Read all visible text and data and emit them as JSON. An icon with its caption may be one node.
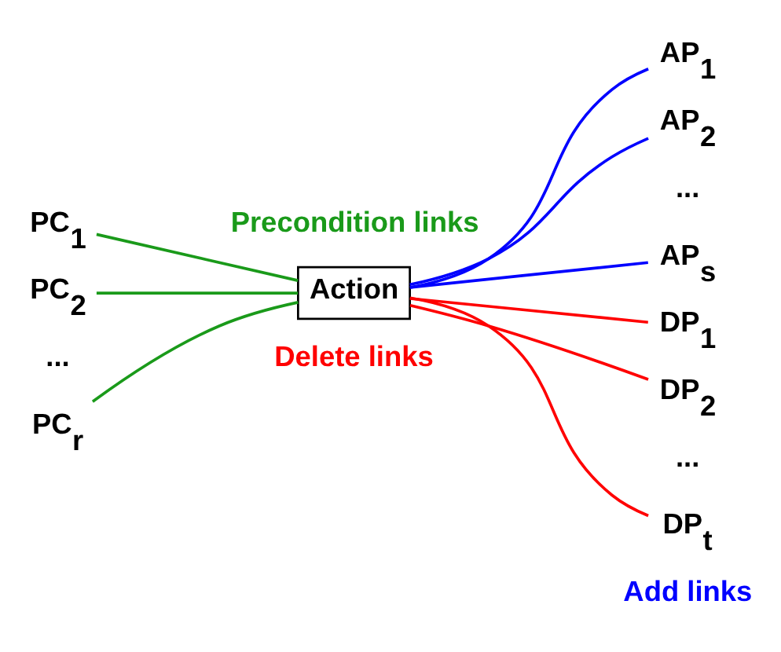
{
  "diagram": {
    "nodes": [
      {
        "text": [
          "PC$_{1}$"
        ]
      },
      {
        "text": [
          "PC$_{2}$"
        ]
      },
      {
        "text": [
          "PC$_{r}$"
        ]
      },
      {
        "text": [
          "Action"
        ]
      },
      {
        "text": [
          "AP$_{1}$"
        ]
      },
      {
        "text": [
          "AP$_{2}$"
        ]
      },
      {
        "text": [
          "AP$_{s}$"
        ]
      },
      {
        "text": [
          "DP$_{1}$"
        ]
      },
      {
        "text": [
          "DP$_{2}$"
        ]
      },
      {
        "text": [
          "DP$_{t}$"
        ]
      }
    ],
    "edges": [
      {
        "from": 0,
        "to": 3,
        "arrow": "none",
        "color": "#1a9a1a"
      },
      {
        "from": 1,
        "to": 3,
        "arrow": "none",
        "color": "#1a9a1a"
      },
      {
        "from": 2,
        "to": 3,
        "arrow": "none",
        "color": "#1a9a1a"
      },
      {
        "from": 3,
        "to": 4,
        "arrow": "none",
        "color": "#0000ff"
      },
      {
        "from": 3,
        "to": 5,
        "arrow": "none",
        "color": "#0000ff"
      },
      {
        "from": 3,
        "to": 6,
        "arrow": "none",
        "color": "#0000ff"
      },
      {
        "from": 3,
        "to": 7,
        "arrow": "none",
        "color": "#ff0000"
      },
      {
        "from": 3,
        "to": 8,
        "arrow": "none",
        "color": "#ff0000"
      },
      {
        "from": 3,
        "to": 9,
        "arrow": "none",
        "color": "#ff0000"
      }
    ],
    "labels": [
      "Add links",
      "...",
      "...",
      "Precondition links",
      "Delete links",
      "..."
    ]
  }
}
